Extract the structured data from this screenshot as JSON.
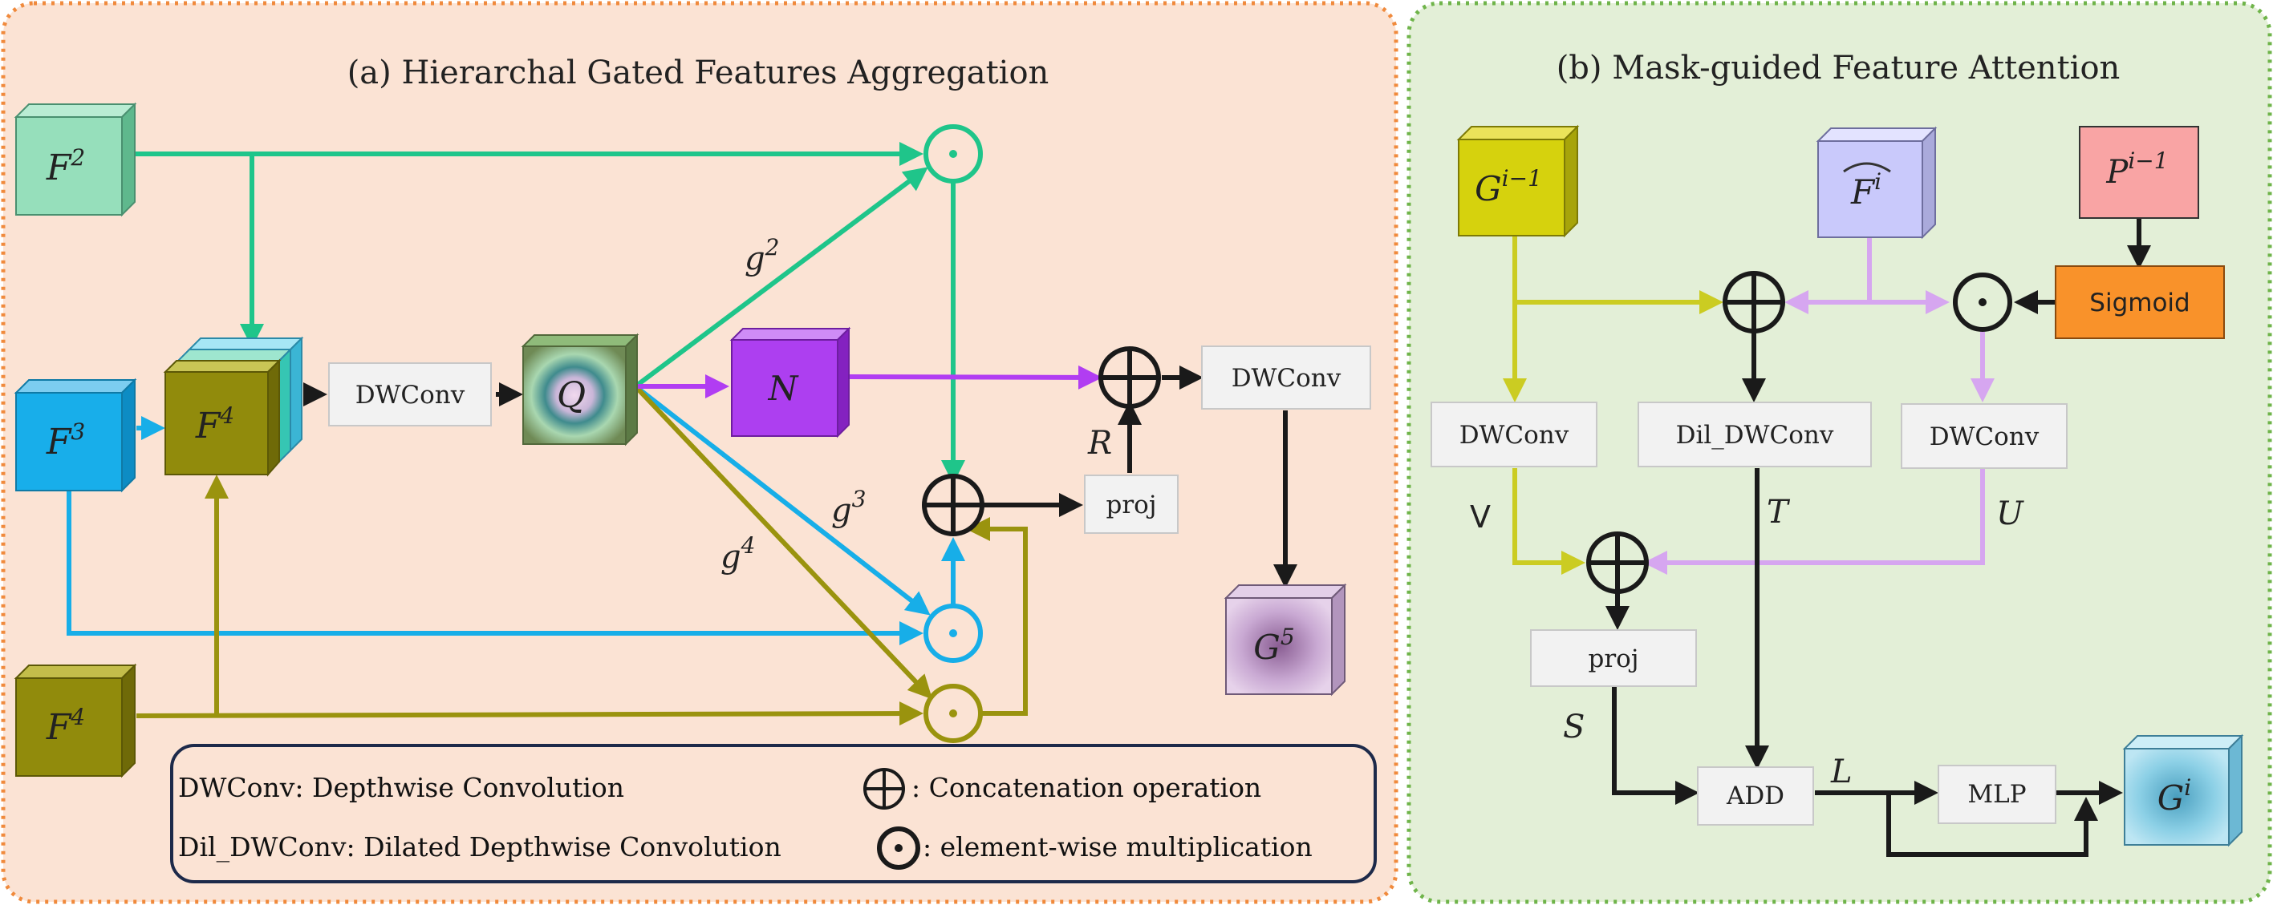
{
  "panel_a": {
    "title": "(a) Hierarchal Gated Features Aggregation",
    "nodes": {
      "f2": "F",
      "f2_sup": "2",
      "f3": "F",
      "f3_sup": "3",
      "f4": "F",
      "f4_sup": "4",
      "f4_stack": "F",
      "f4_stack_sup": "4",
      "dwconv1": "DWConv",
      "q": "Q",
      "n": "N",
      "dwconv2": "DWConv",
      "proj": "proj",
      "g5": "G",
      "g5_sup": "5"
    },
    "edge_labels": {
      "g2": "g",
      "g2_sup": "2",
      "g3": "g",
      "g3_sup": "3",
      "g4": "g",
      "g4_sup": "4",
      "r": "R"
    },
    "legend": {
      "dwconv": "DWConv: Depthwise Convolution",
      "dil_dwconv": "Dil_DWConv:  Dilated Depthwise Convolution",
      "concat": ": Concatenation operation",
      "mult": ": element-wise multiplication"
    }
  },
  "panel_b": {
    "title": "(b) Mask-guided Feature Attention",
    "nodes": {
      "g_prev": "G",
      "g_prev_sup": "i−1",
      "f_hat": "F",
      "f_hat_sup": "i",
      "p_prev": "P",
      "p_prev_sup": "i−1",
      "sigmoid": "Sigmoid",
      "dwconv_left": "DWConv",
      "dil_dwconv": "Dil_DWConv",
      "dwconv_right": "DWConv",
      "proj": "proj",
      "add": "ADD",
      "mlp": "MLP",
      "g_out": "G",
      "g_out_sup": "i"
    },
    "edge_labels": {
      "v": "V",
      "t": "T",
      "u": "U",
      "s": "S",
      "l": "L"
    }
  },
  "colors": {
    "panel_a_bg": "#fbe3d4",
    "panel_a_border": "#f08a3c",
    "panel_b_bg": "#e3efd7",
    "panel_b_border": "#6fb44a",
    "green": "#1fc58a",
    "blue": "#17aee8",
    "olive": "#9a930e",
    "purple": "#b13df2",
    "yellow": "#cbcc22",
    "lilac": "#d6a6f0",
    "black": "#1a1a1a"
  }
}
